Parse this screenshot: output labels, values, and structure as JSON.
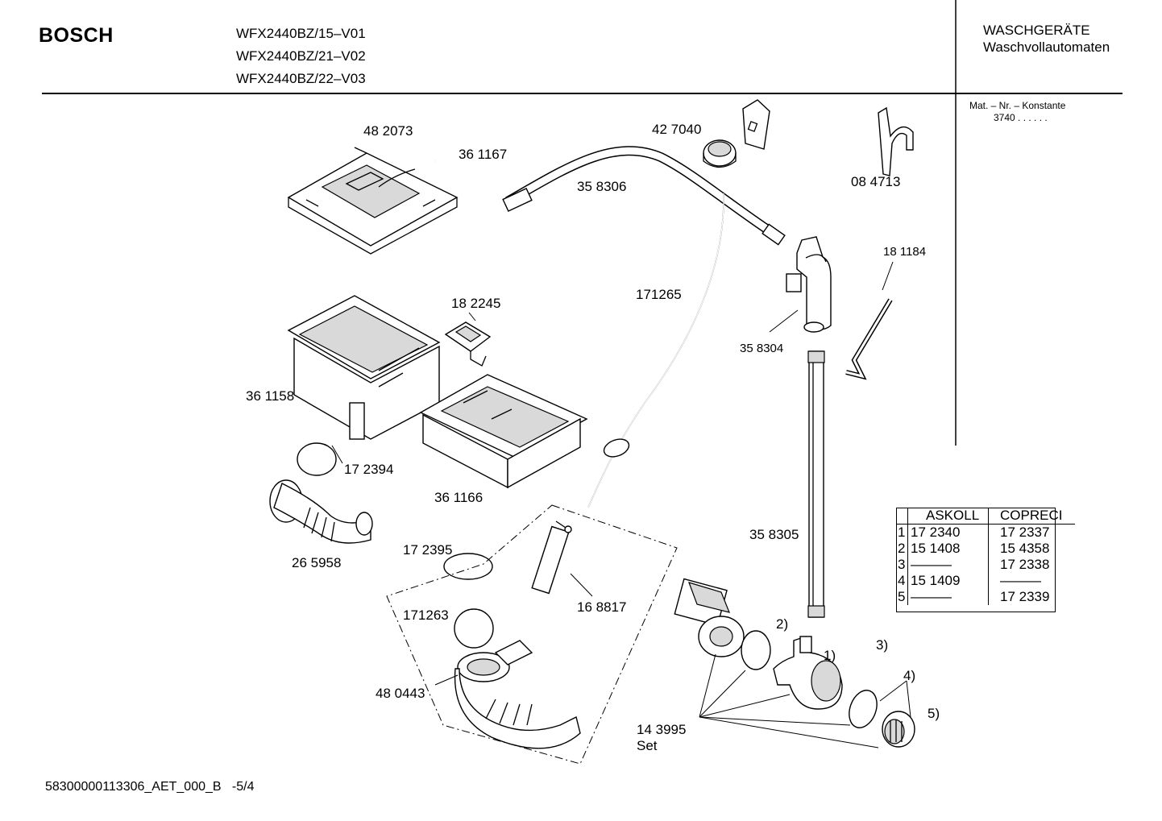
{
  "header": {
    "brand": "BOSCH",
    "models": [
      "WFX2440BZ/15–V01",
      "WFX2440BZ/21–V02",
      "WFX2440BZ/22–V03"
    ],
    "category_title": "WASCHGERÄTE",
    "category_subtitle": "Waschvollautomaten",
    "mat_label": "Mat. – Nr. – Konstante",
    "mat_value": "3740  .  .  .  .  .  ."
  },
  "parts": {
    "p482073": "48 2073",
    "p361167": "36 1167",
    "p358306": "35 8306",
    "p427040": "42 7040",
    "p084713": "08 4713",
    "p181184": "18 1184",
    "p182245": "18 2245",
    "p171265": "171265",
    "p358304": "35 8304",
    "p361158": "36 1158",
    "p172394": "17 2394",
    "p361166": "36 1166",
    "p265958": "26 5958",
    "p172395": "17 2395",
    "p358305": "35 8305",
    "p168817": "16 8817",
    "p171263": "171263",
    "p480443": "48 0443",
    "p143995": "14 3995",
    "set": "Set",
    "n1": "1)",
    "n2": "2)",
    "n3": "3)",
    "n4": "4)",
    "n5": "5)"
  },
  "variant_table": {
    "headers": [
      "ASKOLL",
      "COPRECI"
    ],
    "rows": [
      {
        "idx": "1",
        "askoll": "17 2340",
        "copreci": "17 2337"
      },
      {
        "idx": "2",
        "askoll": "15 1408",
        "copreci": "15 4358"
      },
      {
        "idx": "3",
        "askoll": "———",
        "copreci": "17 2338"
      },
      {
        "idx": "4",
        "askoll": "15 1409",
        "copreci": "———"
      },
      {
        "idx": "5",
        "askoll": "———",
        "copreci": "17 2339"
      }
    ]
  },
  "footer": {
    "doc_id": "58300000113306_AET_000_B",
    "page": "-5/4"
  }
}
